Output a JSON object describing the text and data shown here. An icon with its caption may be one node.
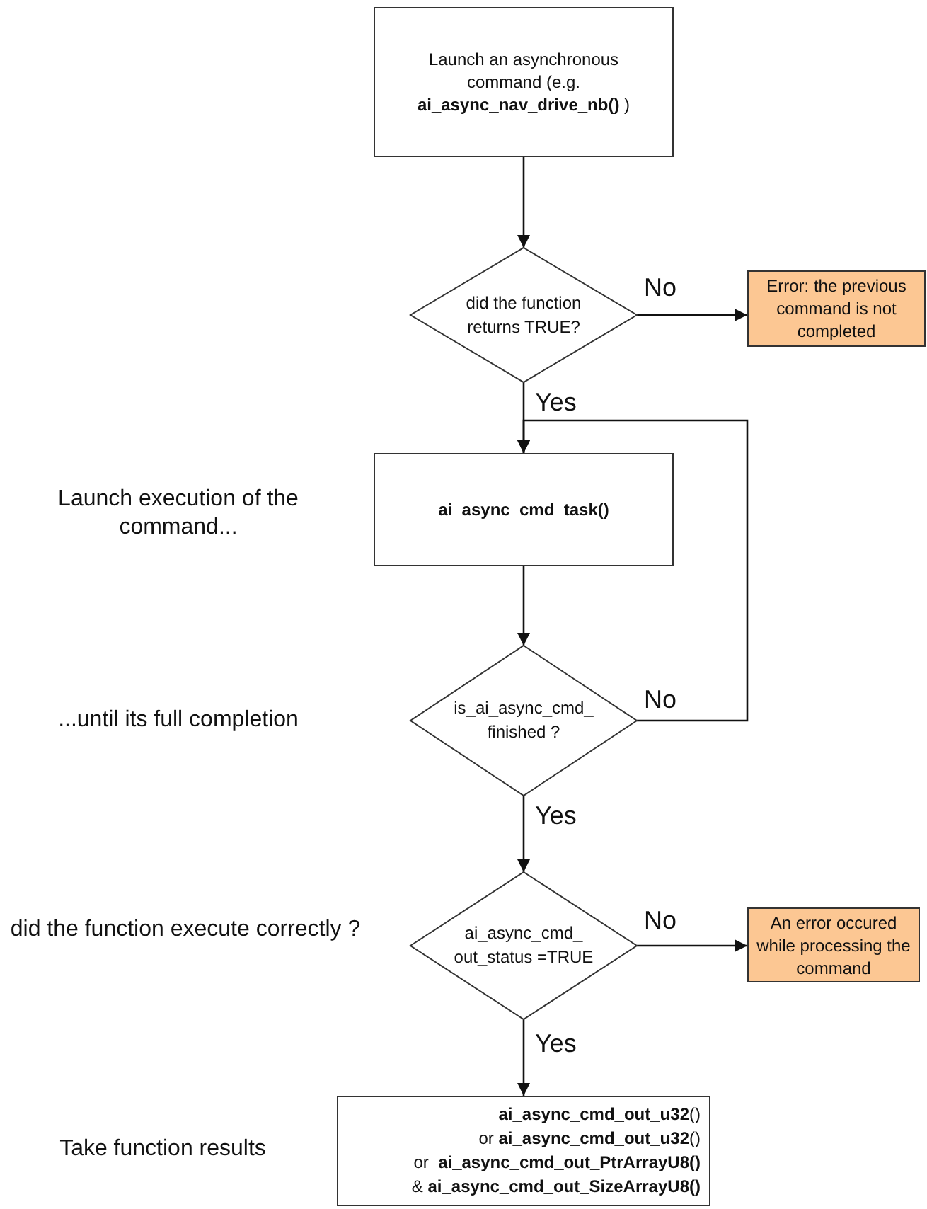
{
  "diagram": {
    "nodes": [
      {
        "text": [
          "Launch an asynchronous command (e.g. **ai_async_nav_drive_nb()** )"
        ]
      },
      {
        "text": [
          "did the function returns TRUE?"
        ]
      },
      {
        "text": [
          "Error: the previous command is not completed"
        ]
      },
      {
        "text": [
          "**ai_async_cmd_task()**"
        ]
      },
      {
        "text": [
          "is_ai_async_cmd_ finished ?"
        ]
      },
      {
        "text": [
          "ai_async_cmd_ out_status =TRUE"
        ]
      },
      {
        "text": [
          "An error occured while processing the command"
        ]
      },
      {
        "text": [
          "**ai_async_cmd_out_u32**()",
          "or **ai_async_cmd_out_u32**()",
          "or  **ai_async_cmd_out_PtrArrayU8()**",
          "& **ai_async_cmd_out_SizeArrayU8()**"
        ]
      }
    ],
    "edges": [
      {
        "from": 0,
        "to": 1,
        "arrow": "to"
      },
      {
        "from": 1,
        "to": 2,
        "arrow": "to",
        "label": "No"
      },
      {
        "from": 1,
        "to": 3,
        "arrow": "to",
        "label": "Yes"
      },
      {
        "from": 3,
        "to": 4,
        "arrow": "to"
      },
      {
        "from": 4,
        "to": 3,
        "arrow": "to",
        "label": "No"
      },
      {
        "from": 4,
        "to": 5,
        "arrow": "to",
        "label": "Yes"
      },
      {
        "from": 5,
        "to": 6,
        "arrow": "to",
        "label": "No"
      },
      {
        "from": 5,
        "to": 7,
        "arrow": "to",
        "label": "Yes"
      }
    ],
    "labels": [
      "Launch execution of the command...",
      "...until its full completion",
      "did the function execute correctly ?",
      "Take function results"
    ]
  }
}
